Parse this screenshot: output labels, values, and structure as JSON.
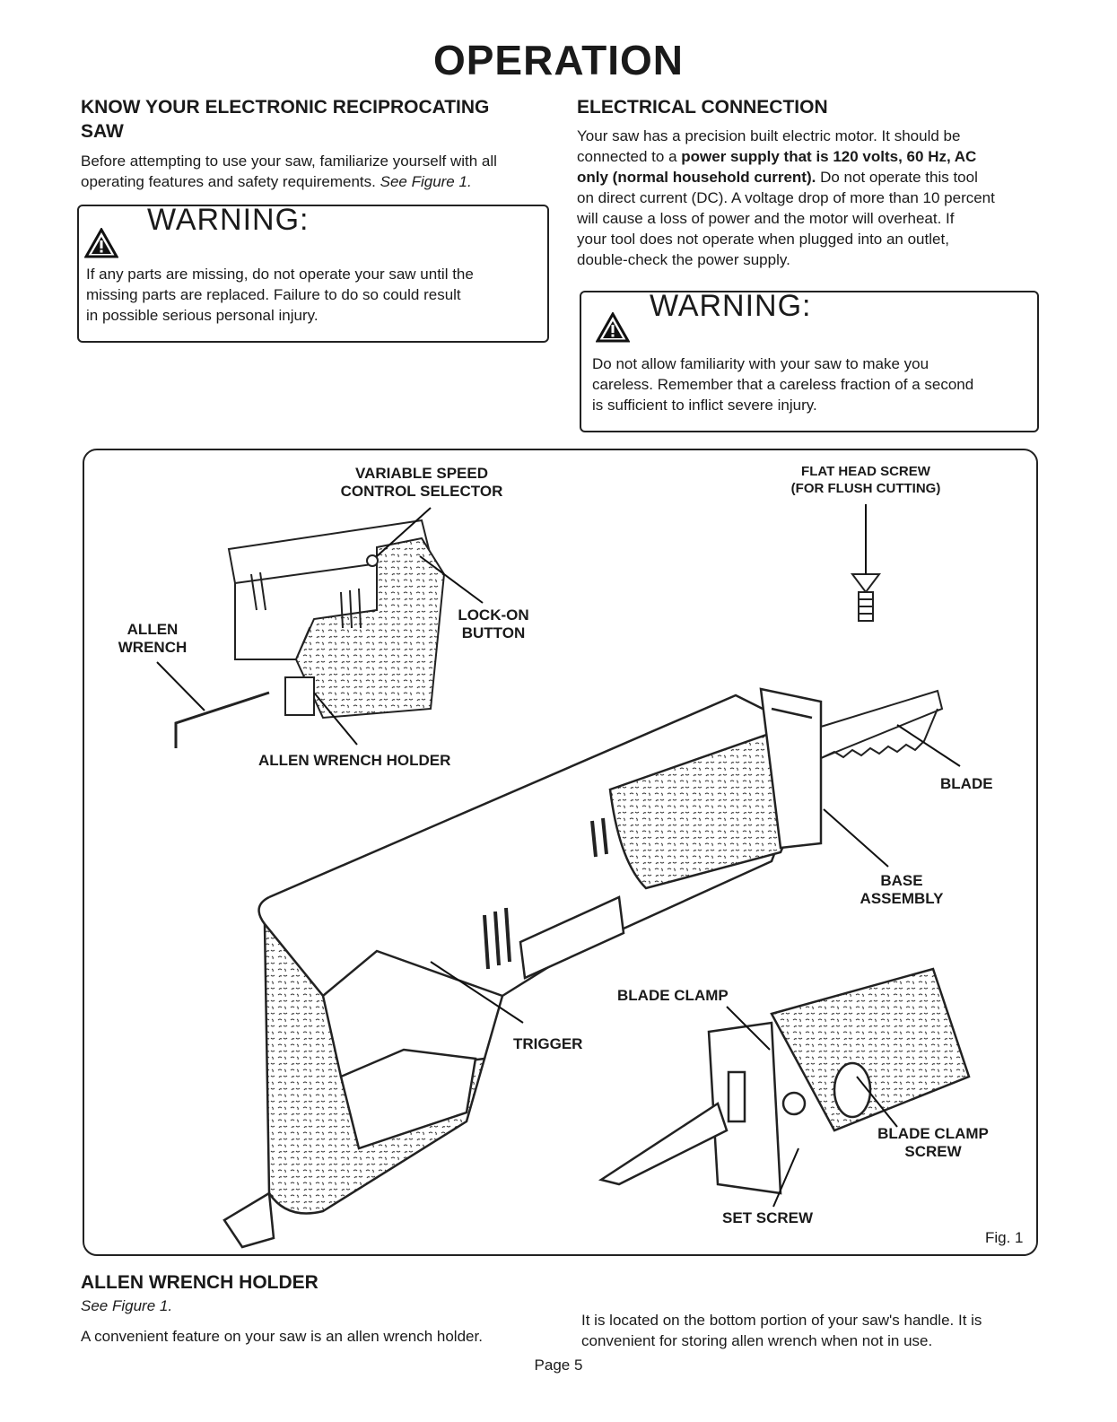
{
  "page_title": "OPERATION",
  "know_saw": {
    "heading_line1": "KNOW YOUR ELECTRONIC RECIPROCATING",
    "heading_line2": "SAW",
    "body_line1": "Before attempting to use your saw, familiarize yourself with all",
    "body_line2_pre": "operating features and safety requirements.",
    "body_line2_ref": "See Figure 1."
  },
  "warning_left": {
    "title": "WARNING:",
    "line1": "If any parts are missing, do not operate your saw until the",
    "line2": "missing parts are replaced. Failure to do so could result",
    "line3": "in possible serious personal injury."
  },
  "electrical": {
    "heading": "ELECTRICAL CONNECTION",
    "line1": "Your saw has a precision built electric motor. It should be",
    "line2_pre": "connected to a ",
    "line2_bold": "power supply that is 120 volts, 60 Hz, AC",
    "line3_bold": "only (normal household current).",
    "line3_post": " Do not operate this tool",
    "line4": "on direct current (DC). A voltage drop of more than 10 percent",
    "line5": "will cause a loss of power and the motor will overheat. If",
    "line6": "your tool does not operate when plugged into an outlet,",
    "line7": "double-check the power supply."
  },
  "warning_right": {
    "title": "WARNING:",
    "line1": "Do not allow familiarity with your saw to make you",
    "line2": "careless. Remember that a careless fraction of a second",
    "line3": "is sufficient to inflict severe injury."
  },
  "figure": {
    "labels": {
      "variable_speed_1": "VARIABLE SPEED",
      "variable_speed_2": "CONTROL SELECTOR",
      "flat_head_1": "FLAT HEAD SCREW",
      "flat_head_2": "(FOR FLUSH CUTTING)",
      "lock_on_1": "LOCK-ON",
      "lock_on_2": "BUTTON",
      "allen_wrench_1": "ALLEN",
      "allen_wrench_2": "WRENCH",
      "allen_holder": "ALLEN WRENCH HOLDER",
      "blade": "BLADE",
      "base_1": "BASE",
      "base_2": "ASSEMBLY",
      "blade_clamp": "BLADE CLAMP",
      "trigger": "TRIGGER",
      "blade_clamp_screw_1": "BLADE CLAMP",
      "blade_clamp_screw_2": "SCREW",
      "set_screw": "SET SCREW"
    },
    "caption": "Fig. 1"
  },
  "allen_holder_section": {
    "heading": "ALLEN WRENCH HOLDER",
    "ref": "See Figure 1.",
    "left_text": "A convenient feature on your saw is an allen wrench holder.",
    "right_line1": "It is located on the bottom portion of your saw's handle. It is",
    "right_line2": "convenient for storing allen wrench when not in use."
  },
  "page_number": "Page 5"
}
